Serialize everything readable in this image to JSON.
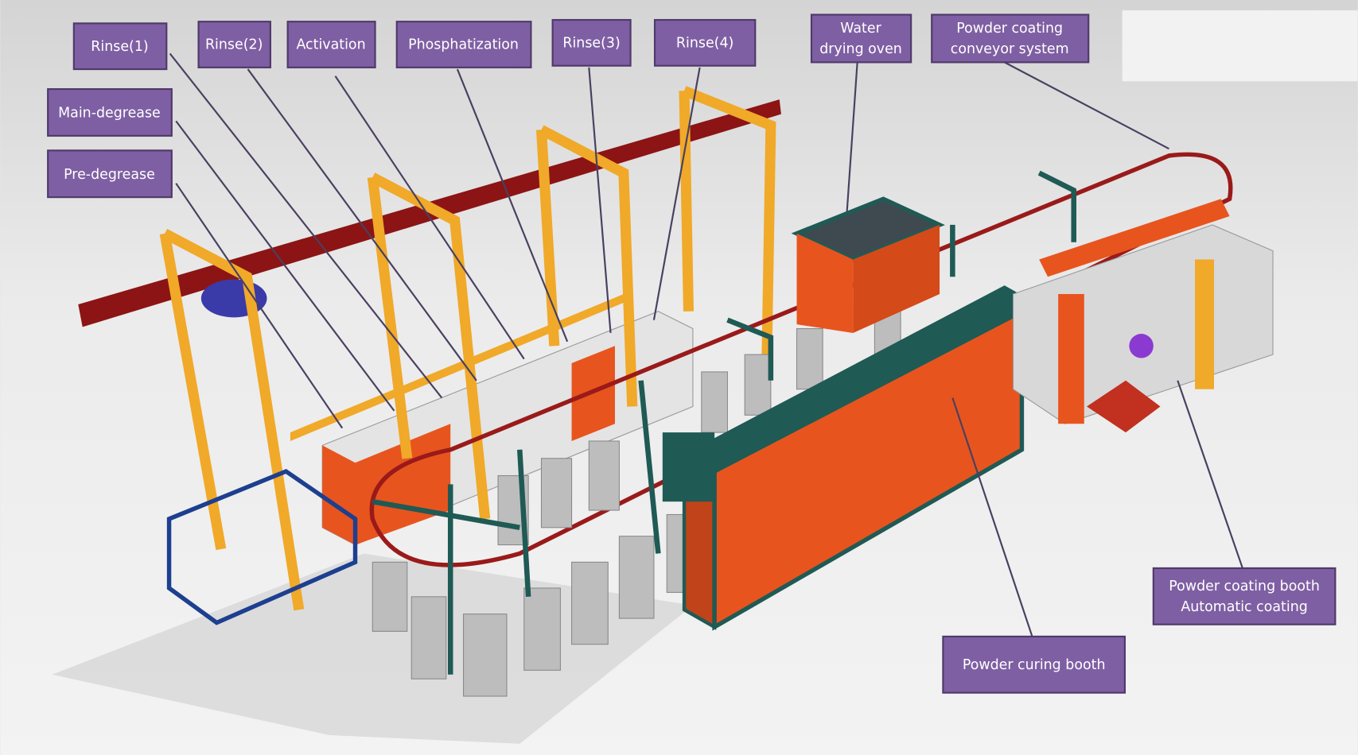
{
  "labels": {
    "rinse1": "Rinse(1)",
    "rinse2": "Rinse(2)",
    "activation": "Activation",
    "phosphatization": "Phosphatization",
    "rinse3": "Rinse(3)",
    "rinse4": "Rinse(4)",
    "water_drying_oven": [
      "Water",
      "drying oven"
    ],
    "conveyor": [
      "Powder coating",
      "conveyor system"
    ],
    "main_degrease": "Main-degrease",
    "pre_degrease": "Pre-degrease",
    "coating_booth": [
      "Powder coating booth",
      "Automatic coating"
    ],
    "curing_booth": "Powder curing booth"
  },
  "colors": {
    "label_fill": "#7f5fa3",
    "oven_orange": "#e8541e",
    "frame_yellow": "#f0a929",
    "beam_red": "#8c1414",
    "teal_frame": "#1f5a55"
  }
}
